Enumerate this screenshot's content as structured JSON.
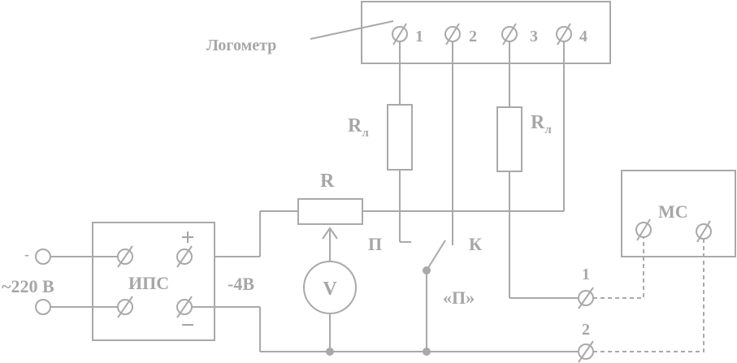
{
  "logometer": {
    "title": "Логометр",
    "terminals": [
      "1",
      "2",
      "3",
      "4"
    ]
  },
  "resistors": {
    "line_1": {
      "letter": "R",
      "subscript": "л"
    },
    "line_2": {
      "letter": "R",
      "subscript": "л"
    },
    "rheostat": "R"
  },
  "power": {
    "mains_minus": "-",
    "mains_voltage": "~220 В",
    "unit": "ИПС",
    "plus": "+",
    "minus": "−",
    "output_voltage": "-4В"
  },
  "voltmeter": "V",
  "switch": {
    "contact_p": "П",
    "contact_k": "К",
    "position": "«П»"
  },
  "ms": {
    "label": "МС",
    "terminal_1": "1",
    "terminal_2": "2"
  }
}
